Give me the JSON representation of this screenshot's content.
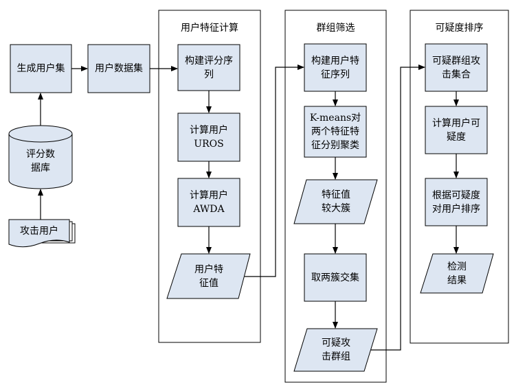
{
  "colors": {
    "box_fill": "#DDE6F2",
    "stroke": "#000000",
    "background": "#FFFFFF"
  },
  "panels": {
    "user_features": "用户特征计算",
    "group_filter": "群组筛选",
    "suspicion_rank": "可疑度排序"
  },
  "left": {
    "generate_user_set": "生成用户集",
    "user_dataset": "用户数据集",
    "rating_db": "评分数\n据库",
    "attack_users": "攻击用户"
  },
  "user_features": {
    "build_sequence": "构建评分序\n列",
    "compute_uros": "计算用户\nUROS",
    "compute_awda": "计算用户\nAWDA",
    "feature_values": "用户特\n征值"
  },
  "group_filter": {
    "build_feature_seq": "构建用户特\n征序列",
    "kmeans": "K-means对\n两个特征特\n征分别聚类",
    "larger_cluster": "特征值\n较大簇",
    "intersect": "取两簇交集",
    "suspicious_groups": "可疑攻\n击群组"
  },
  "suspicion_rank": {
    "suspicious_set": "可疑群组攻\n击集合",
    "compute_suspicion": "计算用户可\n疑度",
    "sort_users": "根据可疑度\n对用户排序",
    "results": "检测\n结果"
  }
}
